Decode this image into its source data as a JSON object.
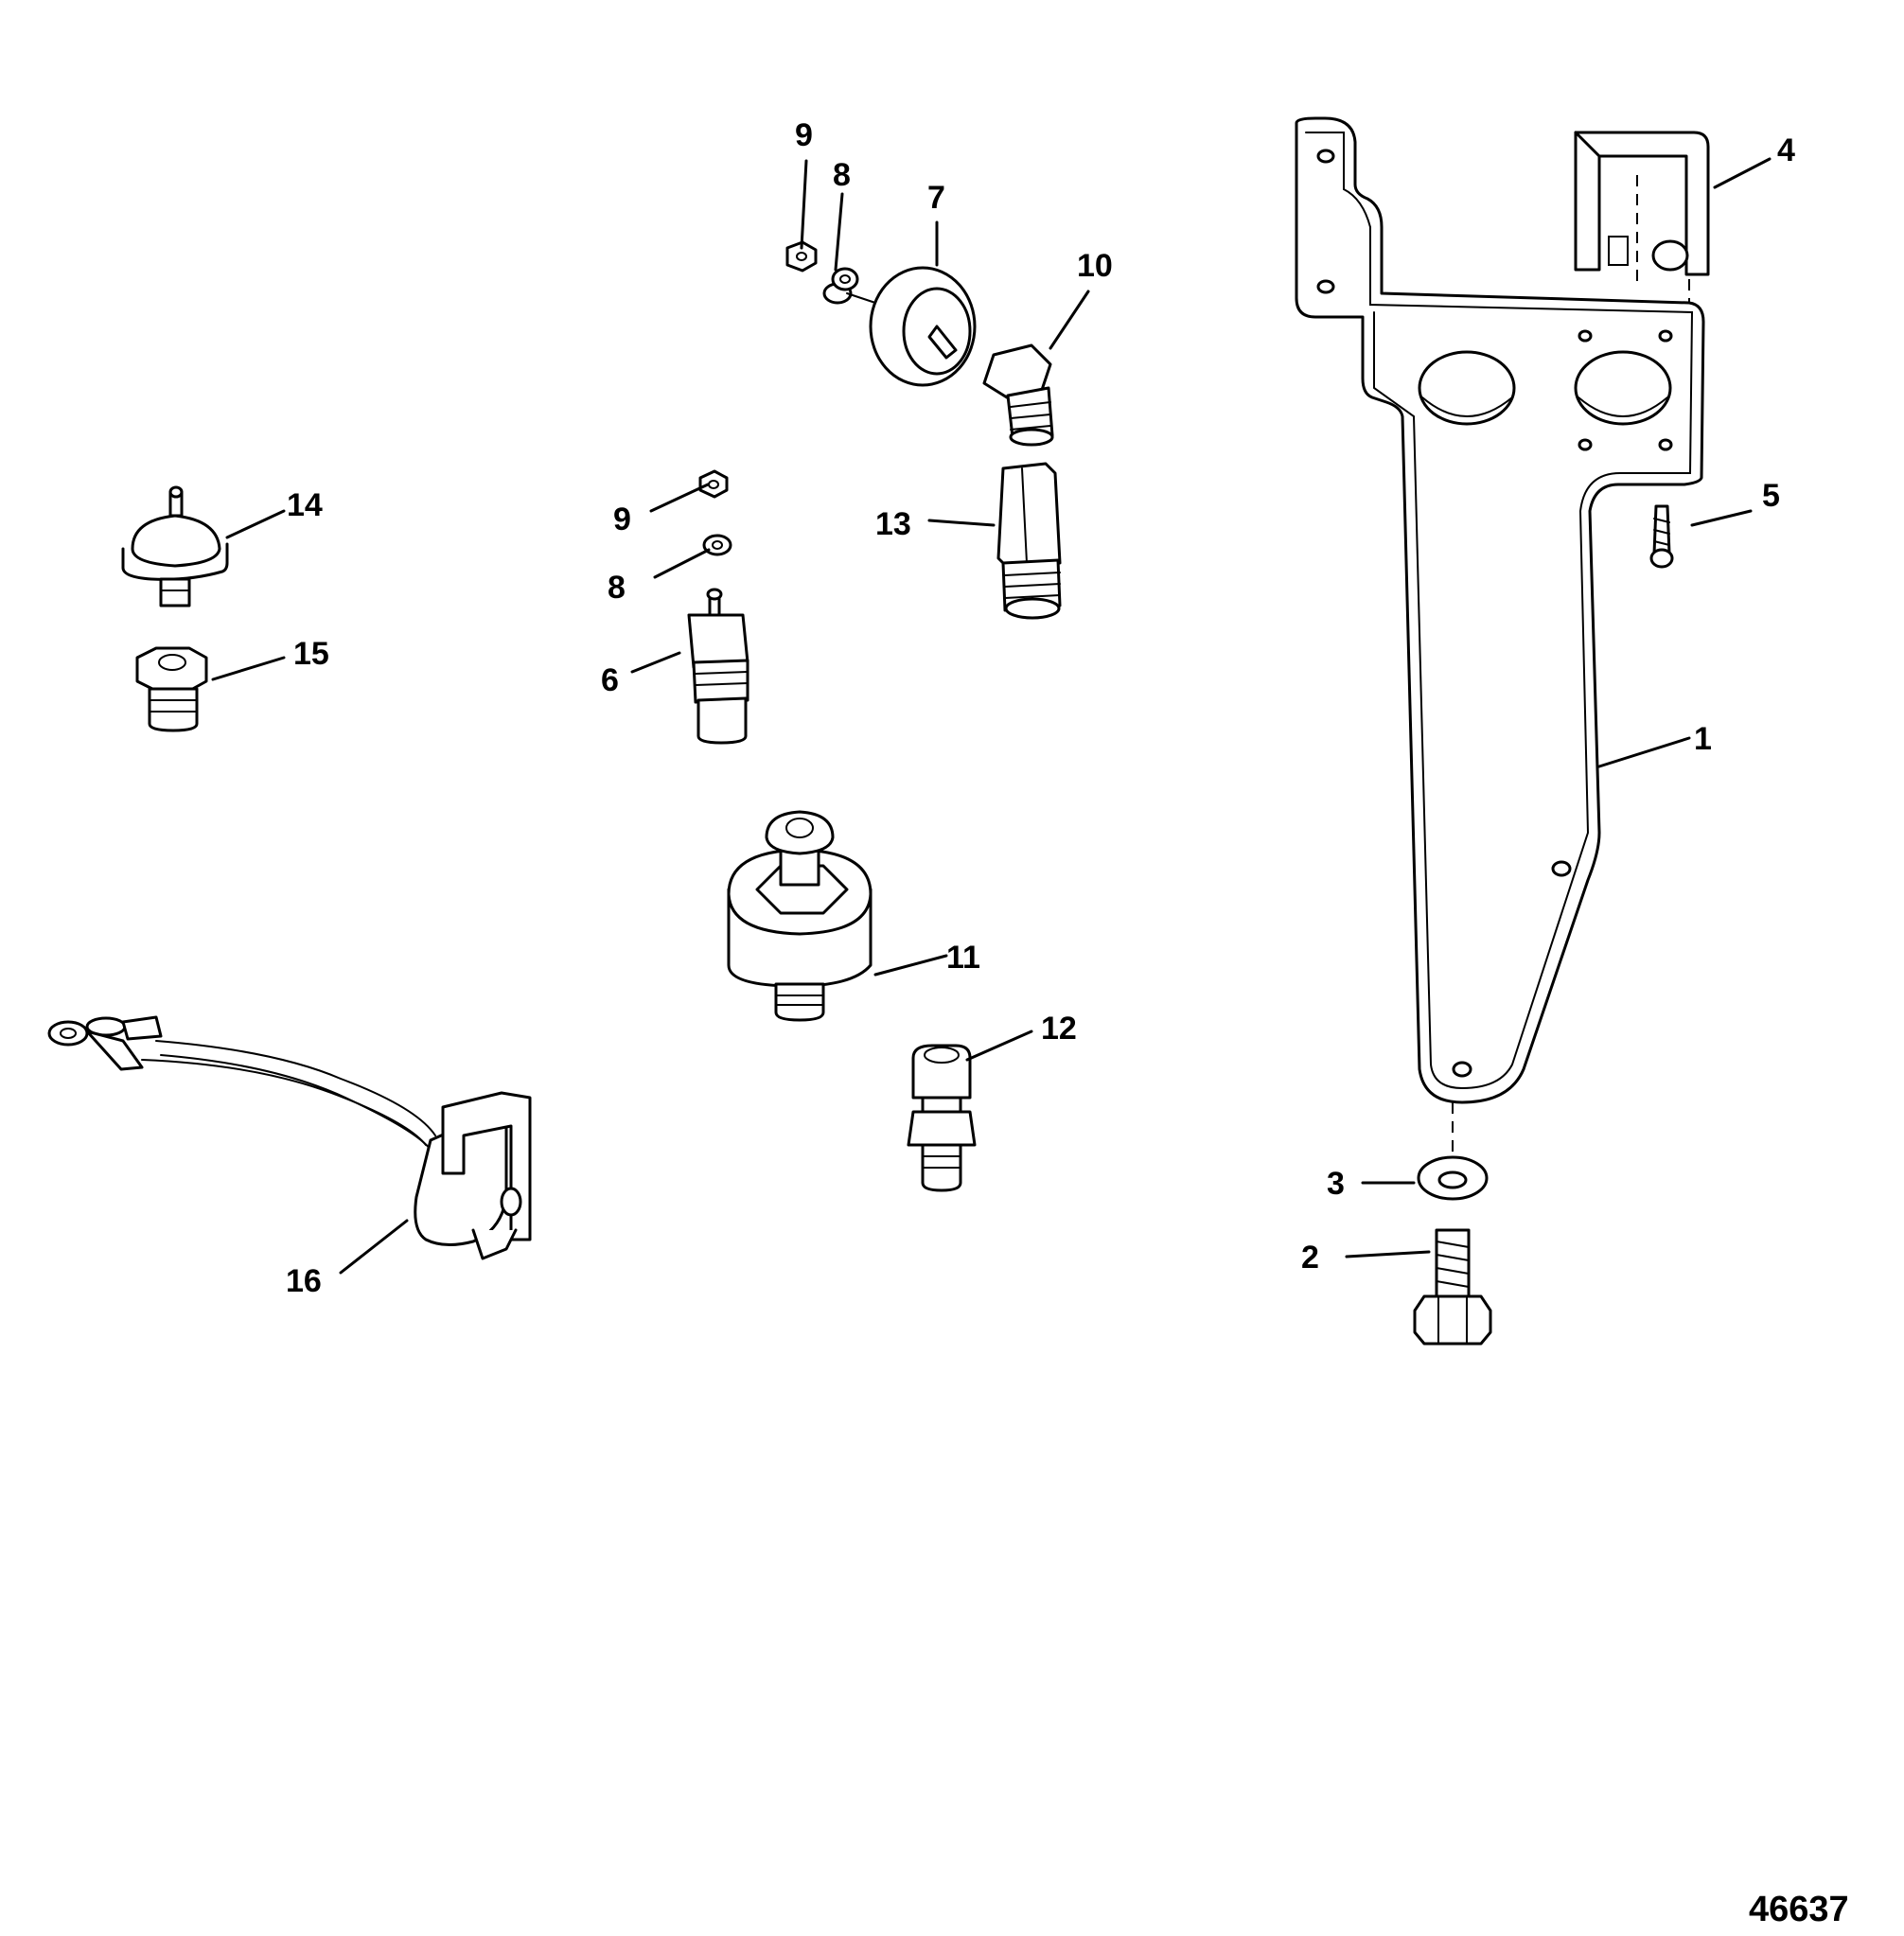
{
  "figure_number": "46637",
  "callouts": {
    "c1": "1",
    "c2": "2",
    "c3": "3",
    "c4": "4",
    "c5": "5",
    "c6": "6",
    "c7": "7",
    "c8a": "8",
    "c8b": "8",
    "c9a": "9",
    "c9b": "9",
    "c10": "10",
    "c11": "11",
    "c12": "12",
    "c13": "13",
    "c14": "14",
    "c15": "15",
    "c16": "16"
  }
}
